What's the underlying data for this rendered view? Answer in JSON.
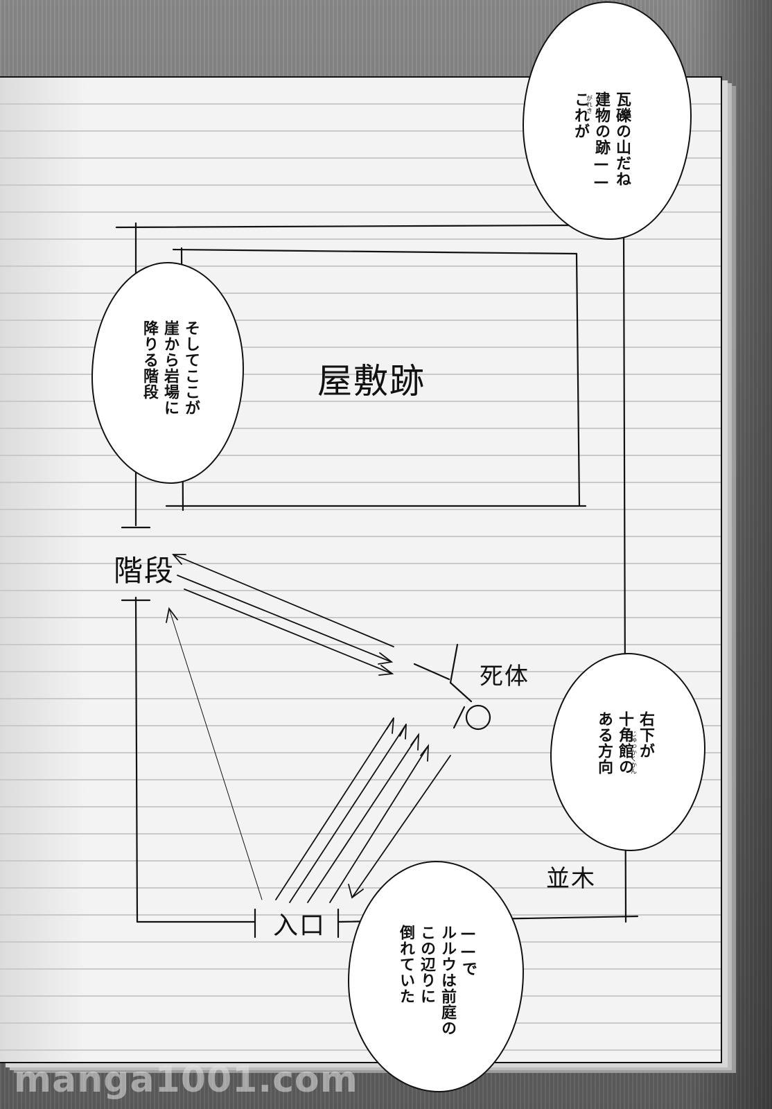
{
  "map": {
    "mansion_ruins": "屋敷跡",
    "stairs": "階段",
    "body": "死体",
    "trees": "並木",
    "entrance": "入口"
  },
  "bubbles": {
    "top_right": {
      "lines": [
        "これが",
        "建物の跡——",
        "瓦礫の山だね"
      ],
      "ruby": "がれき"
    },
    "left": {
      "lines": [
        "そしてここが",
        "崖から岩場に",
        "降りる階段"
      ]
    },
    "right": {
      "lines": [
        "右下が",
        "十角館の",
        "ある方向"
      ],
      "ruby": "じゅっかくかん"
    },
    "bottom": {
      "lines": [
        "——で",
        "ルルウは前庭の",
        "この辺りに",
        "倒れていた"
      ]
    }
  },
  "watermark": "manga1001.com"
}
